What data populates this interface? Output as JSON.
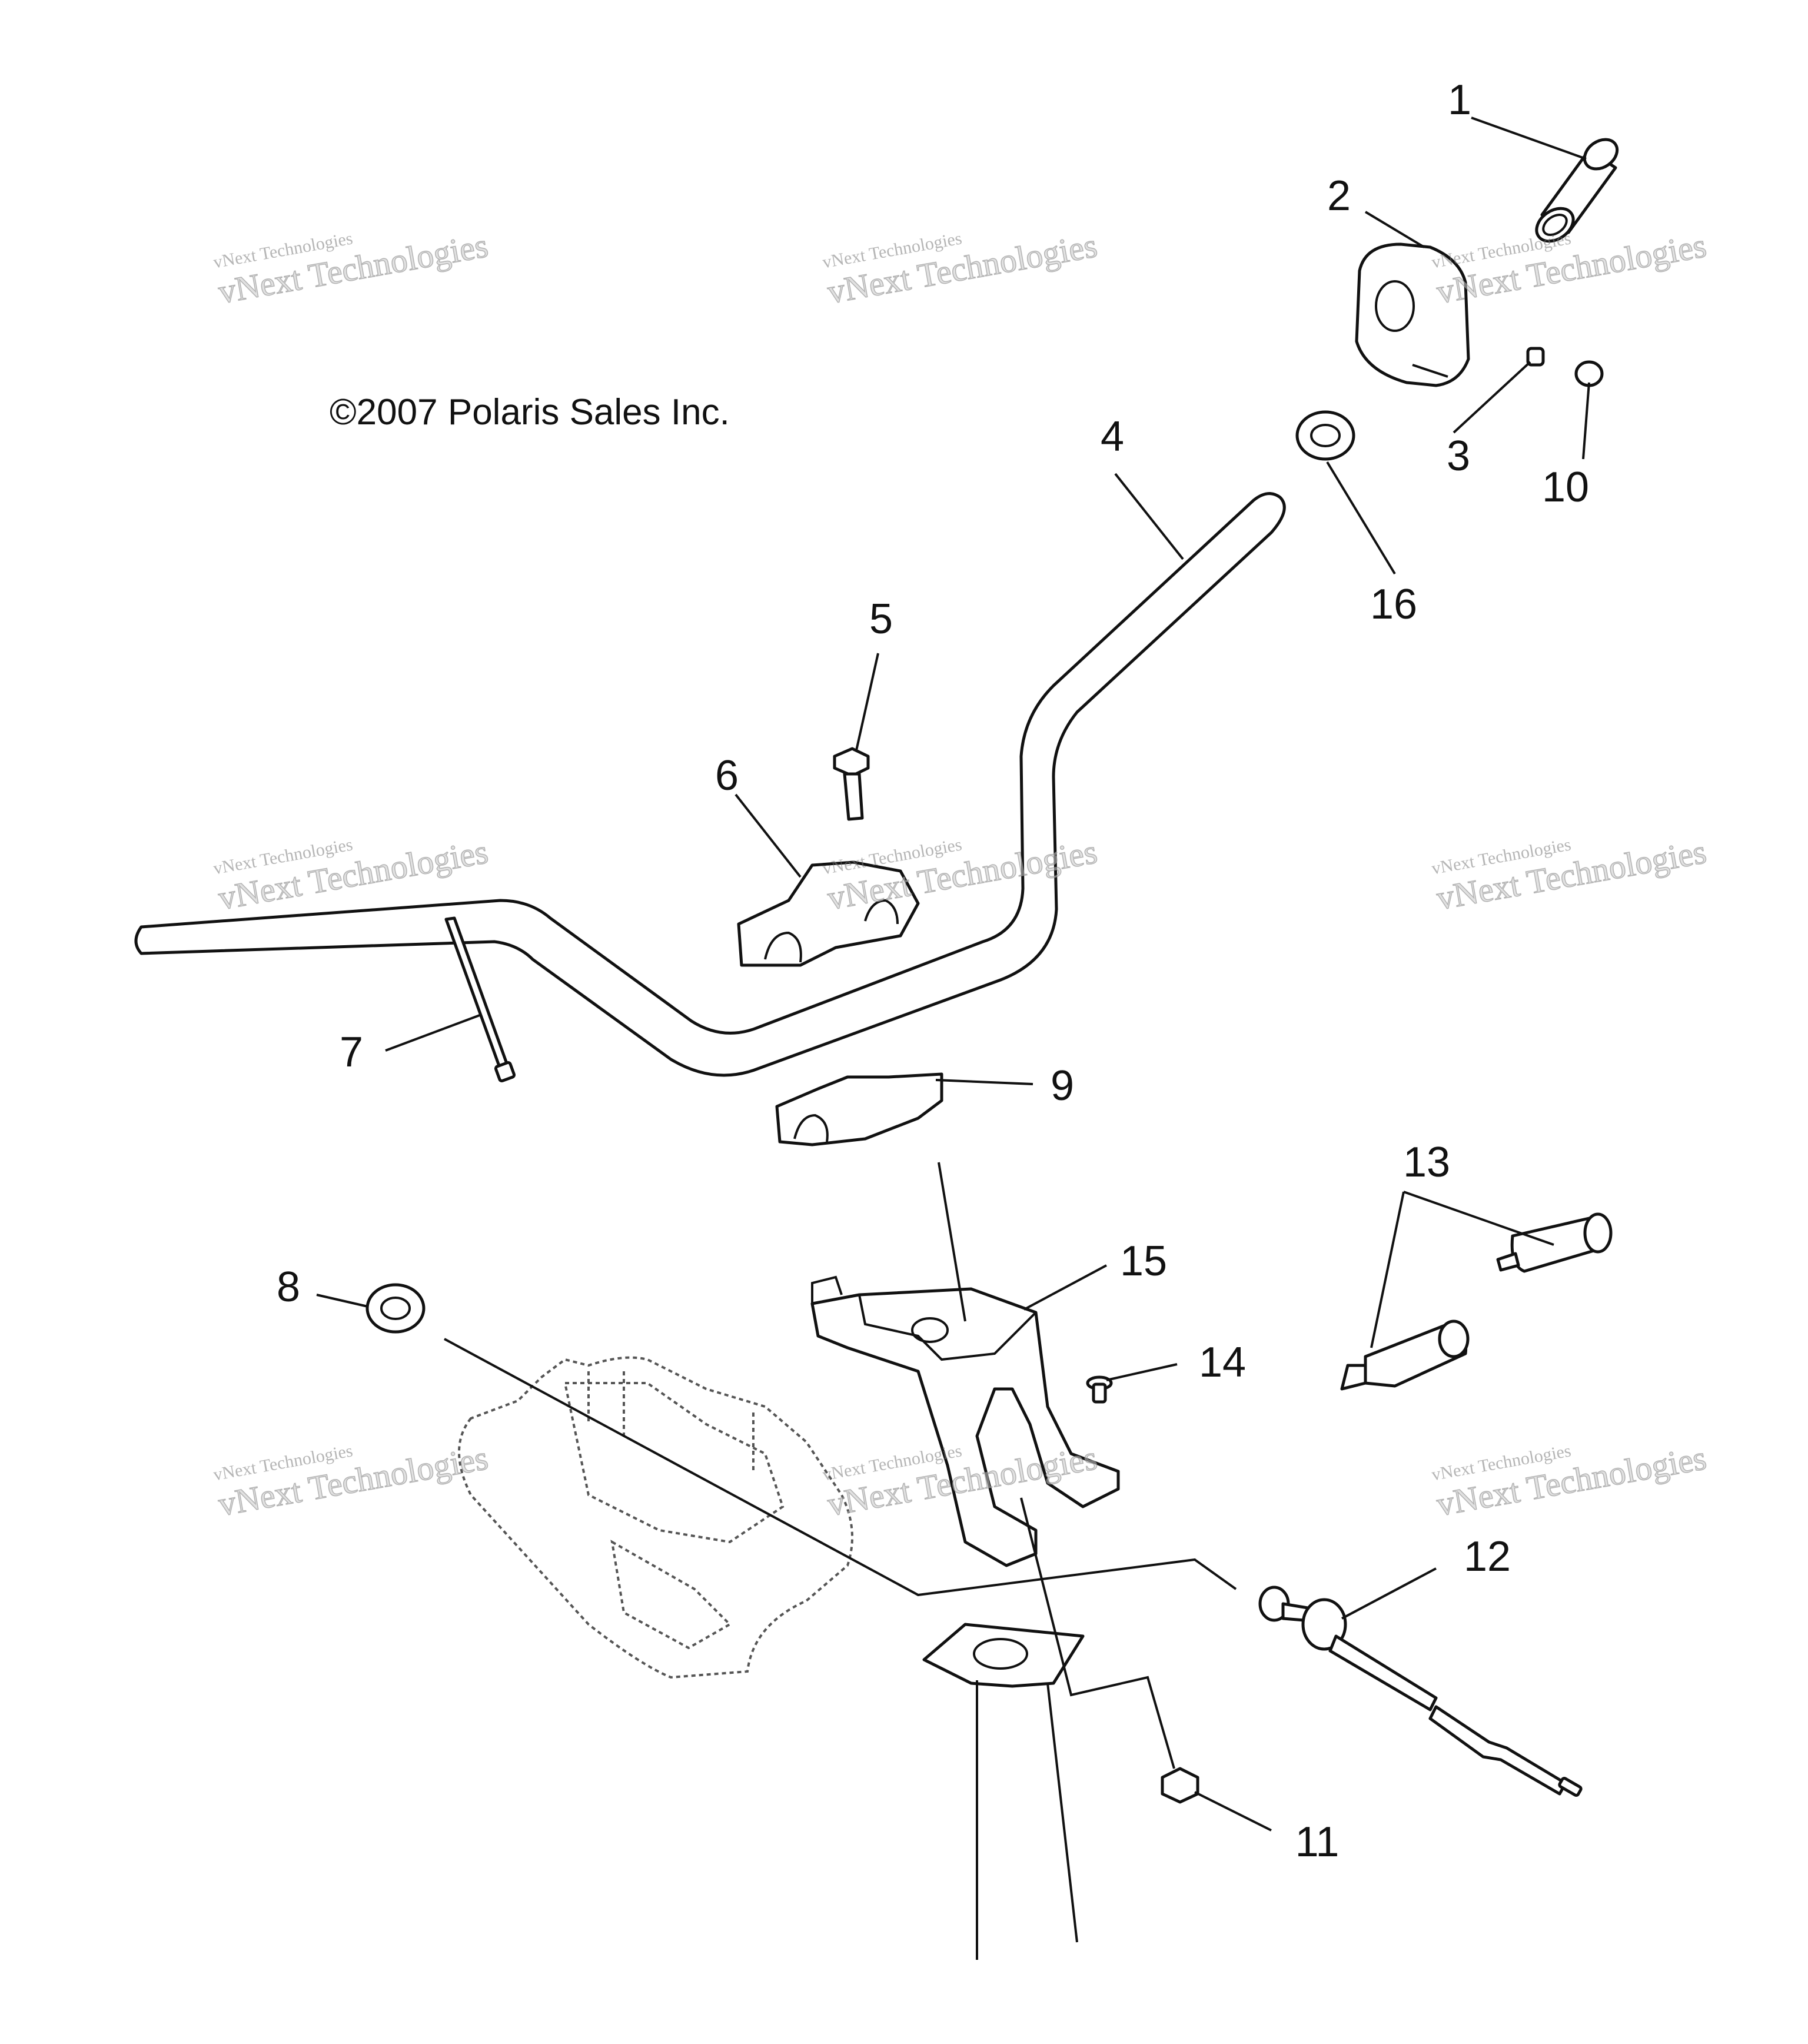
{
  "copyright": "©2007 Polaris Sales Inc.",
  "watermark": {
    "line1": "vNext Technologies",
    "line2": "vNext Technologies"
  },
  "callouts": [
    {
      "id": "1",
      "label": "1"
    },
    {
      "id": "2",
      "label": "2"
    },
    {
      "id": "3",
      "label": "3"
    },
    {
      "id": "4",
      "label": "4"
    },
    {
      "id": "5",
      "label": "5"
    },
    {
      "id": "6",
      "label": "6"
    },
    {
      "id": "7",
      "label": "7"
    },
    {
      "id": "8",
      "label": "8"
    },
    {
      "id": "9",
      "label": "9"
    },
    {
      "id": "10",
      "label": "10"
    },
    {
      "id": "11",
      "label": "11"
    },
    {
      "id": "12",
      "label": "12"
    },
    {
      "id": "13",
      "label": "13"
    },
    {
      "id": "14",
      "label": "14"
    },
    {
      "id": "15",
      "label": "15"
    },
    {
      "id": "16",
      "label": "16"
    }
  ],
  "colors": {
    "line": "#111111",
    "background": "#ffffff",
    "watermark": "#9a9a9a"
  }
}
